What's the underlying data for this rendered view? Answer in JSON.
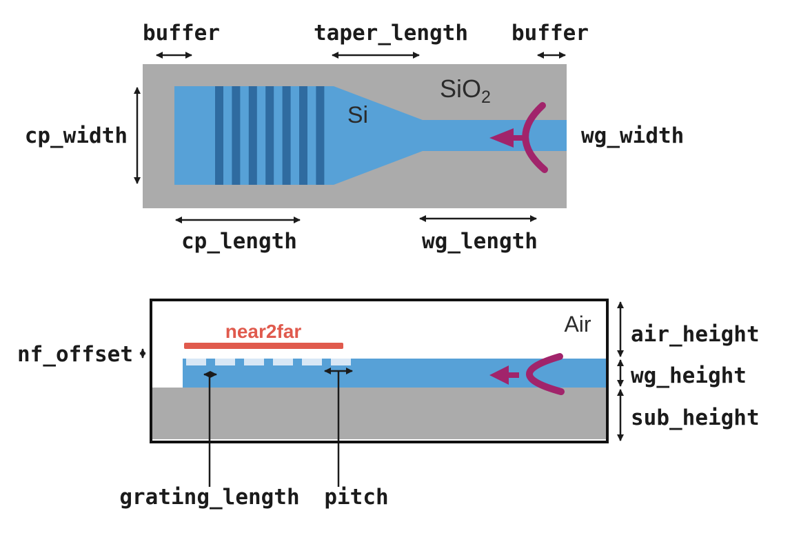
{
  "colors": {
    "background": "#ffffff",
    "oxide_gray": "#ababab",
    "silicon_blue": "#57a1d7",
    "grating_dark_blue": "#2f6ba0",
    "etched_light_blue": "#d8e7f5",
    "monitor_red": "#e05a4d",
    "source_magenta": "#a1246b",
    "label_black": "#1b1b1b"
  },
  "top_view": {
    "material_labels": {
      "si": "Si",
      "sio2_base": "SiO",
      "sio2_subscript": "2"
    },
    "dimension_labels": {
      "buffer_left": "buffer",
      "taper_length": "taper_length",
      "buffer_right": "buffer",
      "cp_width": "cp_width",
      "wg_width": "wg_width",
      "cp_length": "cp_length",
      "wg_length": "wg_length"
    },
    "grating_bar_count": 7
  },
  "cross_section": {
    "material_labels": {
      "air": "Air"
    },
    "monitor_label": "near2far",
    "dimension_labels": {
      "nf_offset": "nf_offset",
      "air_height": "air_height",
      "wg_height": "wg_height",
      "sub_height": "sub_height",
      "grating_length": "grating_length",
      "pitch": "pitch"
    },
    "groove_count": 6
  }
}
